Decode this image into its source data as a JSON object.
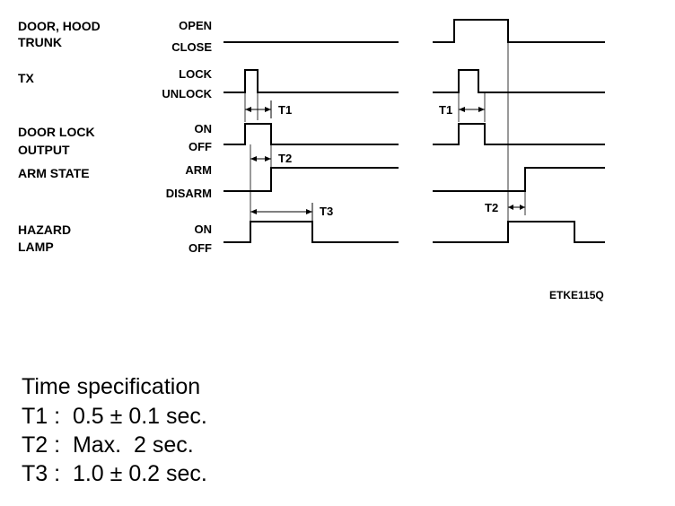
{
  "signals": [
    {
      "id": "door",
      "name_lines": [
        "DOOR, HOOD",
        "TRUNK"
      ],
      "high": "OPEN",
      "low": "CLOSE"
    },
    {
      "id": "tx",
      "name_lines": [
        "TX"
      ],
      "high": "LOCK",
      "low": "UNLOCK"
    },
    {
      "id": "dlo",
      "name_lines": [
        "DOOR LOCK",
        "OUTPUT"
      ],
      "high": "ON",
      "low": "OFF"
    },
    {
      "id": "arm",
      "name_lines": [
        "ARM STATE"
      ],
      "high": "ARM",
      "low": "DISARM"
    },
    {
      "id": "hazard",
      "name_lines": [
        "HAZARD",
        "LAMP"
      ],
      "high": "ON",
      "low": "OFF"
    }
  ],
  "timing_marks": {
    "t1": "T1",
    "t2": "T2",
    "t3": "T3"
  },
  "figure_code": "ETKE115Q",
  "spec": {
    "title": "Time specification",
    "lines": [
      "T1 :  0.5 ± 0.1 sec.",
      "T2 :  Max.  2 sec.",
      "T3 :  1.0 ± 0.2 sec."
    ]
  }
}
